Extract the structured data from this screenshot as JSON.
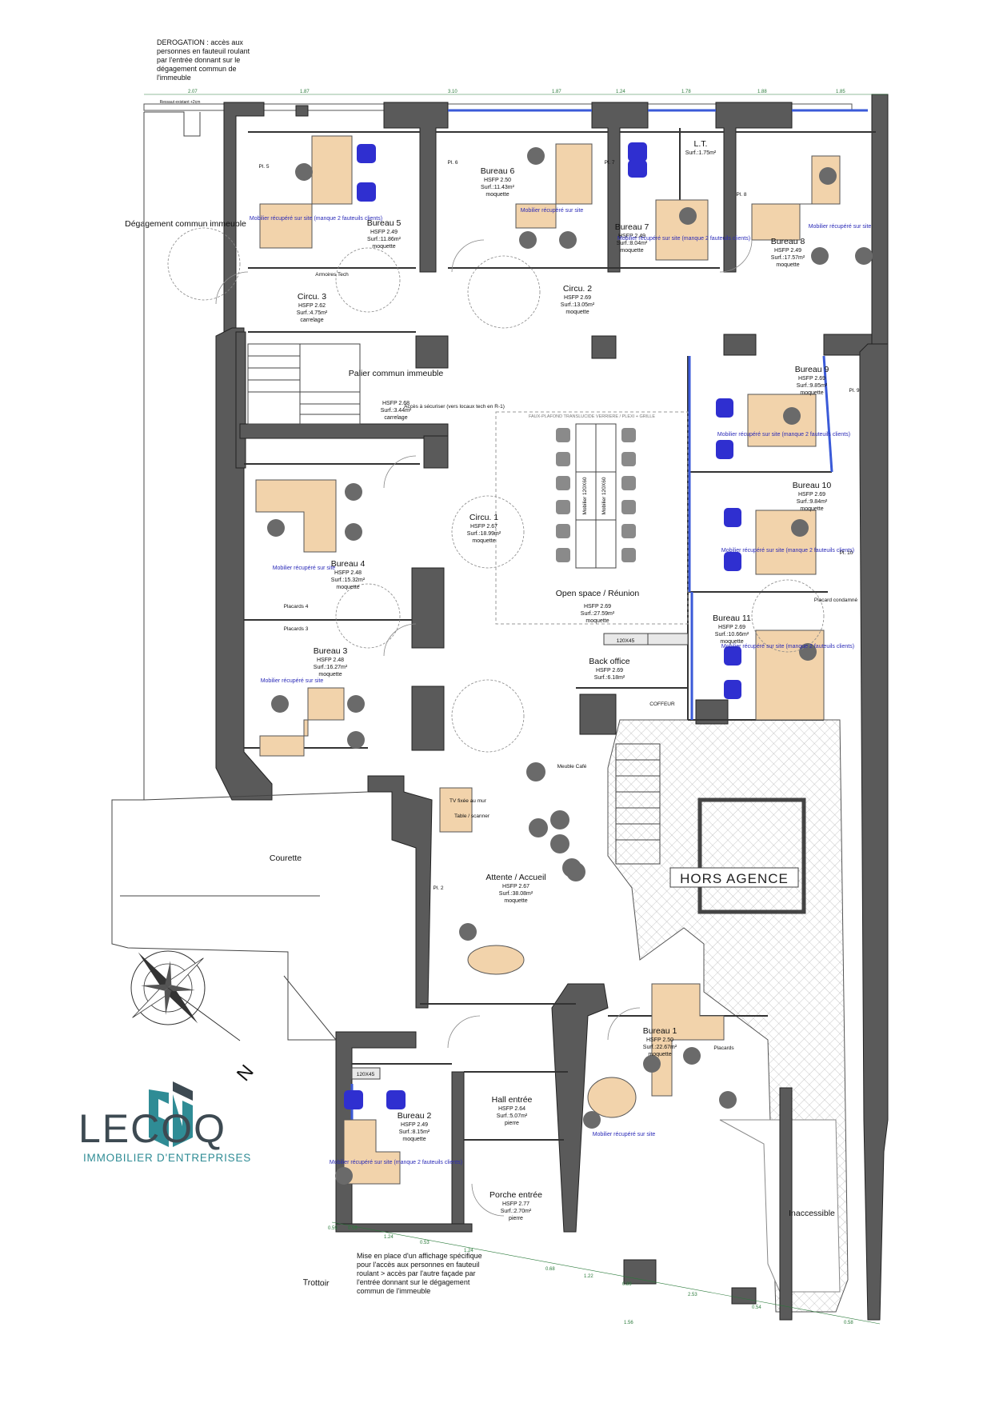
{
  "notes": {
    "derogation": "DEROGATION : accès aux personnes en fauteuil roulant par l'entrée donnant sur le dégagement commun de l'immeuble",
    "affichage": "Mise en place d'un affichage spécifique pour l'accès aux personnes en fauteuil roulant > accès par l'autre façade par l'entrée donnant sur le dégagement commun de l'immeuble",
    "acces_securiser": "Accès à sécuriser (vers locaux tech en R-1)",
    "faux_plafond": "FAUX-PLAFOND TRANSLUCIDE VERRIERE / PLEXI + GRILLE",
    "ressaut": "Ressaut existant +2cm"
  },
  "outside_labels": {
    "degagement": "Dégagement commun immeuble",
    "courette": "Courette",
    "trottoir": "Trottoir",
    "hors_agence": "HORS AGENCE",
    "inaccessible": "Inaccessible"
  },
  "furniture_note": "Mobilier récupéré sur site",
  "furniture_note_missing": "Mobilier récupéré sur site (manque 2 fauteuils clients)",
  "rooms": {
    "bureau5": {
      "name": "Bureau 5",
      "hsfp": "HSFP 2.49",
      "surf": "Surf.:11.86m²",
      "floor": "moquette"
    },
    "bureau6": {
      "name": "Bureau 6",
      "hsfp": "HSFP 2.50",
      "surf": "Surf.:11.43m²",
      "floor": "moquette"
    },
    "bureau7": {
      "name": "Bureau 7",
      "hsfp": "HSFP 2.49",
      "surf": "Surf.:8.04m²",
      "floor": "moquette"
    },
    "lt": {
      "name": "L.T.",
      "surf": "Surf.:1.75m²"
    },
    "bureau8": {
      "name": "Bureau 8",
      "hsfp": "HSFP 2.49",
      "surf": "Surf.:17.57m²",
      "floor": "moquette"
    },
    "circu3": {
      "name": "Circu. 3",
      "hsfp": "HSFP 2.62",
      "surf": "Surf.:4.75m²",
      "floor": "carrelage"
    },
    "circu2": {
      "name": "Circu. 2",
      "hsfp": "HSFP 2.69",
      "surf": "Surf.:13.05m²",
      "floor": "moquette"
    },
    "palier": {
      "name": "Palier commun immeuble",
      "hsfp": "HSFP 2.68",
      "surf": "Surf.:3.44m²",
      "floor": "carrelage"
    },
    "bureau9": {
      "name": "Bureau 9",
      "hsfp": "HSFP 2.69",
      "surf": "Surf.:9.85m²",
      "floor": "moquette"
    },
    "bureau10": {
      "name": "Bureau 10",
      "hsfp": "HSFP 2.69",
      "surf": "Surf.:9.84m²",
      "floor": "moquette"
    },
    "bureau11": {
      "name": "Bureau 11",
      "hsfp": "HSFP 2.69",
      "surf": "Surf.:10.66m²",
      "floor": "moquette"
    },
    "bureau4": {
      "name": "Bureau 4",
      "hsfp": "HSFP 2.48",
      "surf": "Surf.:15.32m²",
      "floor": "moquette"
    },
    "circu1": {
      "name": "Circu. 1",
      "hsfp": "HSFP 2.67",
      "surf": "Surf.:18.99m²",
      "floor": "moquette"
    },
    "openspace": {
      "name": "Open space / Réunion",
      "hsfp": "HSFP 2.69",
      "surf": "Surf.:27.59m²",
      "floor": "moquette"
    },
    "backoffice": {
      "name": "Back office",
      "hsfp": "HSFP 2.69",
      "surf": "Surf.:6.18m²"
    },
    "bureau3": {
      "name": "Bureau 3",
      "hsfp": "HSFP 2.48",
      "surf": "Surf.:16.27m²",
      "floor": "moquette"
    },
    "attente": {
      "name": "Attente / Accueil",
      "hsfp": "HSFP 2.67",
      "surf": "Surf.:38.08m²",
      "floor": "moquette"
    },
    "bureau1": {
      "name": "Bureau 1",
      "hsfp": "HSFP 2.50",
      "surf": "Surf.:22.67m²",
      "floor": "moquette"
    },
    "bureau2": {
      "name": "Bureau 2",
      "hsfp": "HSFP 2.49",
      "surf": "Surf.:8.15m²",
      "floor": "moquette"
    },
    "hall": {
      "name": "Hall entrée",
      "hsfp": "HSFP 2.64",
      "surf": "Surf.:5.07m²",
      "floor": "pierre"
    },
    "porche": {
      "name": "Porche entrée",
      "hsfp": "HSFP 2.77",
      "surf": "Surf.:2.70m²",
      "floor": "pierre"
    }
  },
  "small_labels": {
    "armoires": "Armoires Tech",
    "placards4": "Placards 4",
    "placards3": "Placards 3",
    "placard_condamne": "Placard condamné",
    "placards": "Placards",
    "coffeur": "COFFEUR",
    "meuble_cafe": "Meuble Café",
    "tv": "TV fixée au mur",
    "table_scanner": "Table / scanner",
    "meeting_table": "Mobilier 120X60",
    "back_unit": "120X45",
    "unit_b2": "120X45",
    "pl5": "Pl. 5",
    "pl6": "Pl. 6",
    "pl7": "Pl. 7",
    "pl8": "Pl. 8",
    "pl9": "Pl. 9",
    "pl10": "Pl. 10",
    "pl2": "Pl. 2"
  },
  "top_dimensions": [
    "2.07",
    "1.87",
    "3.10",
    "1.87",
    "1.24",
    "1.78",
    "1.88",
    "1.85"
  ],
  "bottom_dimensions": [
    "0.59",
    "0.56",
    "1.24",
    "0.53",
    "1.24",
    "0.68",
    "1.22",
    "0.89",
    "2.53",
    "0.54",
    "1.56",
    "0.58"
  ],
  "compass": {
    "label": "N"
  },
  "logo": {
    "word": "LECOQ",
    "subtitle": "IMMOBILIER D'ENTREPRISES",
    "accent": "#2f8c95",
    "dark": "#3d4a52"
  },
  "colors": {
    "wall": "#5a5a5a",
    "wood": "#f2d3ab",
    "chair_blue": "#2f2fd0",
    "chair_grey": "#6a6a6a",
    "dim_green": "#2a7a3a",
    "window_blue": "#3a5ad8"
  }
}
